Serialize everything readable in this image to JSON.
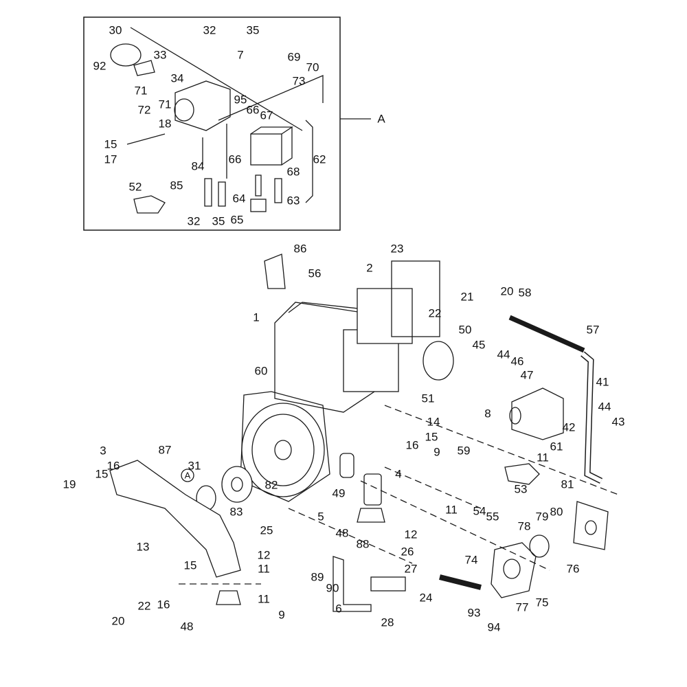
{
  "diagram": {
    "inset_callout": "A",
    "inset_labels": [
      "30",
      "32",
      "35",
      "33",
      "7",
      "92",
      "69",
      "70",
      "34",
      "73",
      "71",
      "72",
      "71",
      "95",
      "66",
      "67",
      "18",
      "15",
      "17",
      "66",
      "68",
      "62",
      "84",
      "85",
      "52",
      "64",
      "63",
      "32",
      "35",
      "65"
    ],
    "main_labels": [
      "86",
      "23",
      "56",
      "2",
      "20",
      "21",
      "58",
      "22",
      "1",
      "50",
      "57",
      "45",
      "44",
      "46",
      "47",
      "60",
      "51",
      "41",
      "44",
      "43",
      "8",
      "14",
      "42",
      "61",
      "15",
      "11",
      "16",
      "9",
      "59",
      "87",
      "31",
      "3",
      "16",
      "15",
      "19",
      "53",
      "49",
      "82",
      "4",
      "81",
      "83",
      "A",
      "11",
      "54",
      "55",
      "5",
      "25",
      "48",
      "12",
      "78",
      "79",
      "80",
      "13",
      "88",
      "26",
      "74",
      "15",
      "12",
      "11",
      "89",
      "90",
      "27",
      "76",
      "24",
      "16",
      "22",
      "6",
      "11",
      "77",
      "75",
      "93",
      "20",
      "28",
      "48",
      "9",
      "94"
    ],
    "colors": {
      "line": "#1a1a1a",
      "background": "#ffffff"
    }
  }
}
